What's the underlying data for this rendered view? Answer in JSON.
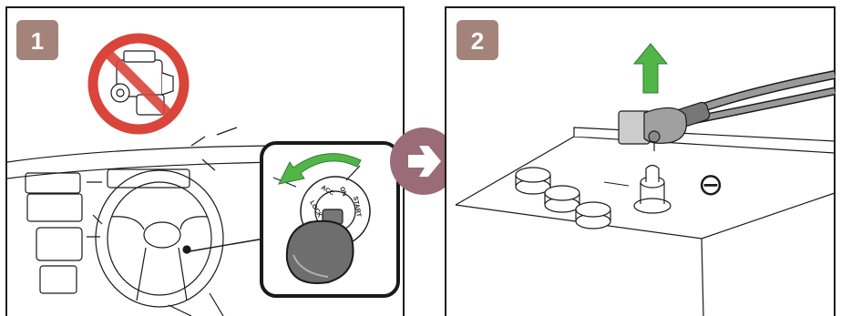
{
  "panels": [
    {
      "step": "1"
    },
    {
      "step": "2"
    }
  ],
  "ignition_labels": {
    "lock": "LOCK",
    "acc": "ACC",
    "on": "ON",
    "start": "START"
  },
  "battery_terminal_symbol": "⊖",
  "colors": {
    "badge": "#a3837a",
    "prohibit": "#d9453a",
    "arrow_green": "#52b548",
    "next_arrow": "#9a6b78",
    "line": "#1a1a1a"
  },
  "icons": {
    "prohibited": "no-engine-prohibited-icon",
    "rotate": "counterclockwise-arrow-icon",
    "next": "next-step-arrow-icon",
    "lift": "up-arrow-icon"
  }
}
